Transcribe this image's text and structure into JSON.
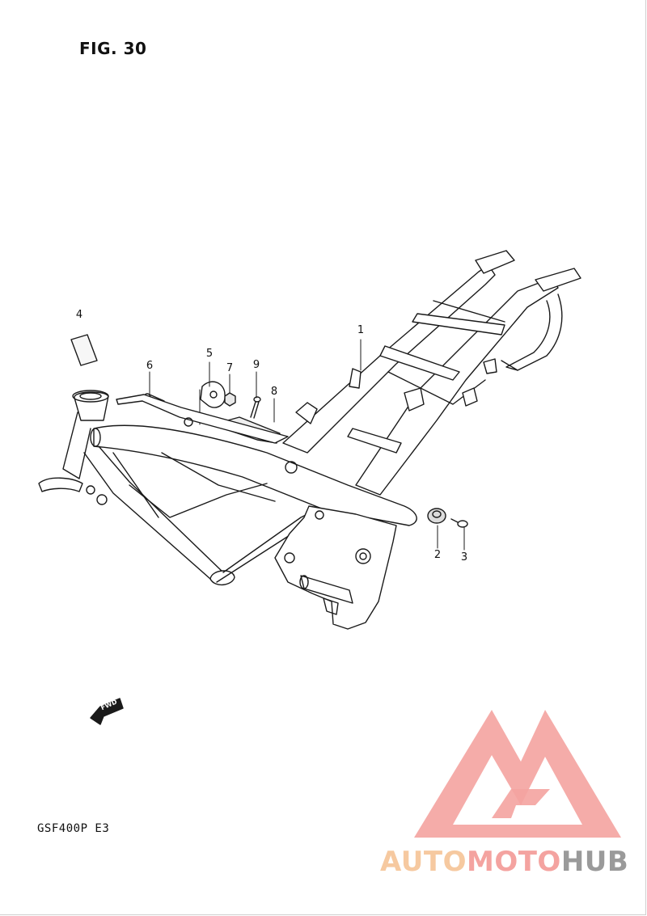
{
  "figure": {
    "title": "FIG. 30"
  },
  "callouts": [
    "1",
    "2",
    "3",
    "4",
    "5",
    "6",
    "7",
    "8",
    "9"
  ],
  "fwd_label": "FWD",
  "model": "GSF400P E3",
  "watermark": {
    "part1": "AUTO",
    "part2": "MOTO",
    "part3": "HUB"
  },
  "colors": {
    "line": "#1a1a1a",
    "logo_red": "#f4a3a0",
    "logo_orange": "#f6c9a0",
    "logo_gray": "#9a9a9a"
  }
}
